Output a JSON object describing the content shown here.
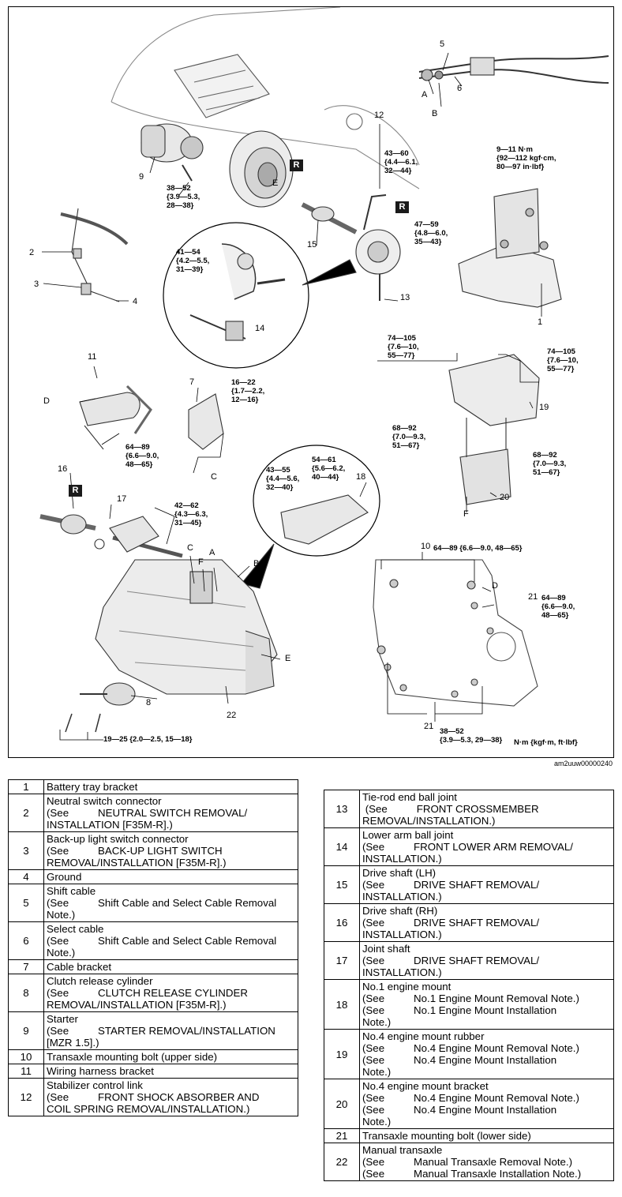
{
  "diagram": {
    "callouts": [
      "1",
      "2",
      "3",
      "4",
      "5",
      "6",
      "7",
      "8",
      "9",
      "10",
      "11",
      "12",
      "13",
      "14",
      "15",
      "16",
      "17",
      "18",
      "19",
      "20",
      "21",
      "22"
    ],
    "letters": {
      "a": "A",
      "b": "B",
      "c": "C",
      "d": "D",
      "e": "E",
      "f": "F"
    },
    "r_mark": "R",
    "torques": {
      "t_starter": [
        "38—52",
        "{3.9—5.3,",
        "28—38}"
      ],
      "t_link_top": [
        "43—60",
        "{4.4—6.1,",
        "32—44}"
      ],
      "t_battery_bracket": [
        "9—11 N·m",
        "{92—112 kgf·cm,",
        "80—97 in·lbf}"
      ],
      "t_knuckle_nut": [
        "47—59",
        "{4.8—6.0,",
        "35—43}"
      ],
      "t_balljoint": [
        "41—54",
        "{4.2—5.5,",
        "31—39}"
      ],
      "t_mount_bracket_left": [
        "74—105",
        "{7.6—10,",
        "55—77}"
      ],
      "t_mount_bracket_right": [
        "74—105",
        "{7.6—10,",
        "55—77}"
      ],
      "t_cable_bracket": [
        "16—22",
        "{1.7—2.2,",
        "12—16}"
      ],
      "t_harness": [
        "64—89",
        "{6.6—9.0,",
        "48—65}"
      ],
      "t_mount20_left": [
        "68—92",
        "{7.0—9.3,",
        "51—67}"
      ],
      "t_mount20_right": [
        "68—92",
        "{7.0—9.3,",
        "51—67}"
      ],
      "t_engine_mount_a": [
        "43—55",
        "{4.4—5.6,",
        "32—40}"
      ],
      "t_engine_mount_b": [
        "54—61",
        "{5.6—6.2,",
        "40—44}"
      ],
      "t_joint_shaft": [
        "42—62",
        "{4.3—6.3,",
        "31—45}"
      ],
      "t_upper_bolt": [
        "64—89 {6.6—9.0, 48—65}"
      ],
      "t_lower_bolt_right": [
        "64—89",
        "{6.6—9.0,",
        "48—65}"
      ],
      "t_lower_bolt_bottom": [
        "38—52",
        "{3.9—5.3, 29—38}"
      ],
      "t_clutch_bolts": [
        "19—25 {2.0—2.5, 15—18}"
      ]
    },
    "units": "N·m {kgf·m, ft·lbf}",
    "figure_code": "am2uuw00000240"
  },
  "table_left": [
    {
      "num": "1",
      "lines": [
        "Battery tray bracket"
      ]
    },
    {
      "num": "2",
      "lines": [
        "Neutral switch connector",
        "(See          NEUTRAL SWITCH REMOVAL/",
        "INSTALLATION [F35M-R].)"
      ]
    },
    {
      "num": "3",
      "lines": [
        "Back-up light switch connector",
        "(See          BACK-UP LIGHT SWITCH",
        "REMOVAL/INSTALLATION [F35M-R].)"
      ]
    },
    {
      "num": "4",
      "lines": [
        "Ground"
      ]
    },
    {
      "num": "5",
      "lines": [
        "Shift cable",
        "(See          Shift Cable and Select Cable Removal",
        "Note.)"
      ]
    },
    {
      "num": "6",
      "lines": [
        "Select cable",
        "(See          Shift Cable and Select Cable Removal",
        "Note.)"
      ]
    },
    {
      "num": "7",
      "lines": [
        "Cable bracket"
      ]
    },
    {
      "num": "8",
      "lines": [
        "Clutch release cylinder",
        "(See          CLUTCH RELEASE CYLINDER",
        "REMOVAL/INSTALLATION [F35M-R].)"
      ]
    },
    {
      "num": "9",
      "lines": [
        "Starter",
        "(See          STARTER REMOVAL/INSTALLATION",
        "[MZR 1.5].)"
      ]
    },
    {
      "num": "10",
      "lines": [
        "Transaxle mounting bolt (upper side)"
      ]
    },
    {
      "num": "11",
      "lines": [
        "Wiring harness bracket"
      ]
    },
    {
      "num": "12",
      "lines": [
        "Stabilizer control link",
        "(See          FRONT SHOCK ABSORBER AND",
        "COIL SPRING REMOVAL/INSTALLATION.)"
      ]
    }
  ],
  "table_right": [
    {
      "num": "13",
      "lines": [
        "Tie-rod end ball joint",
        " (See          FRONT CROSSMEMBER",
        "REMOVAL/INSTALLATION.)"
      ]
    },
    {
      "num": "14",
      "lines": [
        "Lower arm ball joint",
        "(See          FRONT LOWER ARM REMOVAL/",
        "INSTALLATION.)"
      ]
    },
    {
      "num": "15",
      "lines": [
        "Drive shaft (LH)",
        "(See          DRIVE SHAFT REMOVAL/",
        "INSTALLATION.)"
      ]
    },
    {
      "num": "16",
      "lines": [
        "Drive shaft (RH)",
        "(See          DRIVE SHAFT REMOVAL/",
        "INSTALLATION.)"
      ]
    },
    {
      "num": "17",
      "lines": [
        "Joint shaft",
        "(See          DRIVE SHAFT REMOVAL/",
        "INSTALLATION.)"
      ]
    },
    {
      "num": "18",
      "lines": [
        "No.1 engine mount",
        "(See          No.1 Engine Mount Removal Note.)",
        "(See          No.1 Engine Mount Installation",
        "Note.)"
      ]
    },
    {
      "num": "19",
      "lines": [
        "No.4 engine mount rubber",
        "(See          No.4 Engine Mount Removal Note.)",
        "(See          No.4 Engine Mount Installation",
        "Note.)"
      ]
    },
    {
      "num": "20",
      "lines": [
        "No.4 engine mount bracket",
        "(See          No.4 Engine Mount Removal Note.)",
        "(See          No.4 Engine Mount Installation",
        "Note.)"
      ]
    },
    {
      "num": "21",
      "lines": [
        "Transaxle mounting bolt (lower side)"
      ]
    },
    {
      "num": "22",
      "lines": [
        "Manual transaxle",
        "(See          Manual Transaxle Removal Note.)",
        "(See          Manual Transaxle Installation Note.)"
      ]
    }
  ]
}
